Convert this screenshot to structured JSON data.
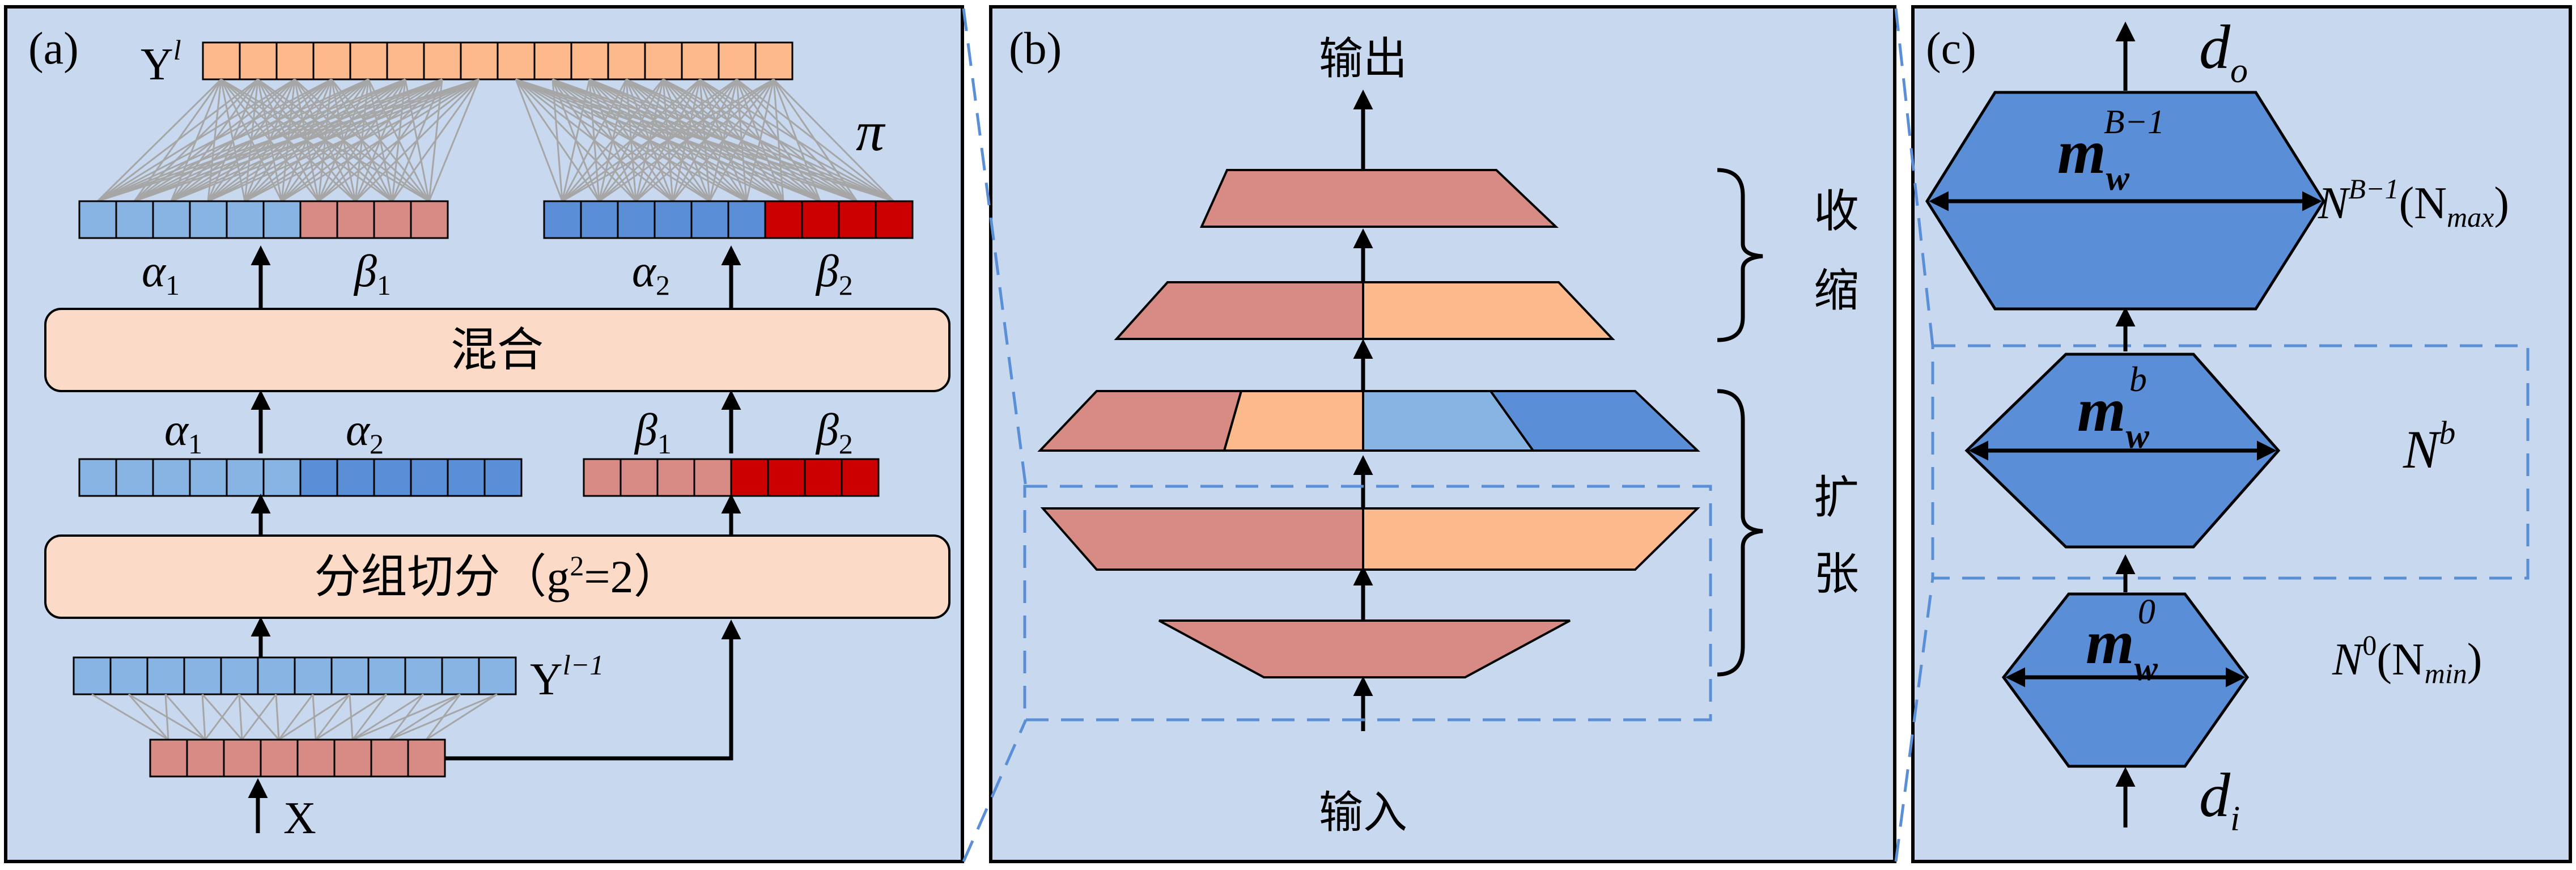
{
  "panels": {
    "a": {
      "label": "(a)",
      "y_out": "Y",
      "y_out_sup": "l",
      "pi": "π",
      "alpha1": "α",
      "alpha1_sub": "1",
      "beta1": "β",
      "beta1_sub": "1",
      "alpha2": "α",
      "alpha2_sub": "2",
      "beta2": "β",
      "beta2_sub": "2",
      "mix_label": "混合",
      "split_label": "分组切分（g",
      "split_label_sup": "2",
      "split_label_tail": "=2）",
      "y_in": "Y",
      "y_in_sup": "l−1",
      "x_label": "X"
    },
    "b": {
      "label": "(b)",
      "output_label": "输出",
      "input_label": "输入",
      "contract_label_1": "收",
      "contract_label_2": "缩",
      "expand_label_1": "扩",
      "expand_label_2": "张"
    },
    "c": {
      "label": "(c)",
      "d_out": "d",
      "d_out_sub": "o",
      "d_in": "d",
      "d_in_sub": "i",
      "top_m": "m",
      "top_m_sub": "w",
      "top_m_sup": "B−1",
      "mid_m": "m",
      "mid_m_sub": "w",
      "mid_m_sup": "b",
      "bot_m": "m",
      "bot_m_sub": "w",
      "bot_m_sup": "0",
      "top_n": "N",
      "top_n_sup": "B−1",
      "top_n_paren": "(N",
      "top_n_paren_sub": "max",
      "top_n_close": ")",
      "mid_n": "N",
      "mid_n_sup": "b",
      "bot_n": "N",
      "bot_n_sup": "0",
      "bot_n_paren": "(N",
      "bot_n_paren_sub": "min",
      "bot_n_close": ")"
    }
  },
  "colors": {
    "panel_bg": "#c8d8ee",
    "light_blue": "#88b4e4",
    "mid_blue": "#5a8ed6",
    "salmon": "#d88a84",
    "orange": "#fbb98c",
    "red": "#cc0000",
    "peach_box": "#fcdac8",
    "hex_blue": "#5a8ed6",
    "dash_blue": "#5a8ed6"
  }
}
